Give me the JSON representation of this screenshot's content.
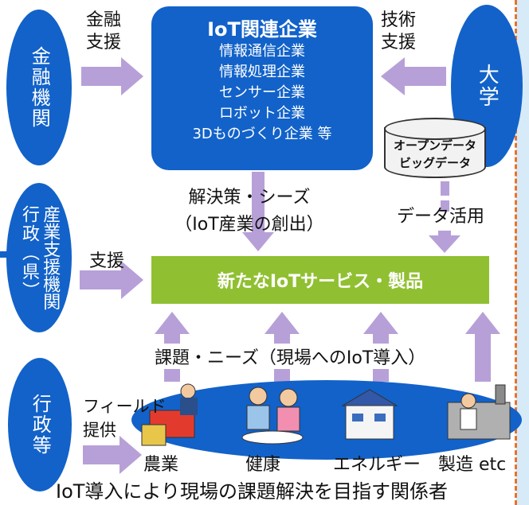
{
  "left_column": {
    "finance": "金融機関",
    "admin_industry_left": "産業支援機関",
    "admin_industry_right": "行政（県）",
    "admin_etc": "行政等"
  },
  "university": "大学",
  "arrows": {
    "financial_support": [
      "金融",
      "支援"
    ],
    "tech_support": [
      "技術",
      "支援"
    ],
    "support": "支援",
    "field_provision": [
      "フィールド",
      "提供"
    ]
  },
  "iot_companies": {
    "title": "IoT関連企業",
    "items": [
      "情報通信企業",
      "情報処理企業",
      "センサー企業",
      "ロボット企業",
      "3Dものづくり企業 等"
    ]
  },
  "database": [
    "オープンデータ",
    "ビッグデータ"
  ],
  "solutions": [
    "解決策・シーズ",
    "（IoT産業の創出）"
  ],
  "data_use": "データ活用",
  "new_services": "新たなIoTサービス・製品",
  "needs": "課題・ニーズ（現場へのIoT導入）",
  "fields": [
    "農業",
    "健康",
    "エネルギー",
    "製造 etc"
  ],
  "footer": "IoT導入により現場の課題解決を目指す関係者",
  "colors": {
    "blue": "#1262c9",
    "green": "#90c031",
    "arrow": "#b7a0d8",
    "dash": "#e8722a"
  }
}
